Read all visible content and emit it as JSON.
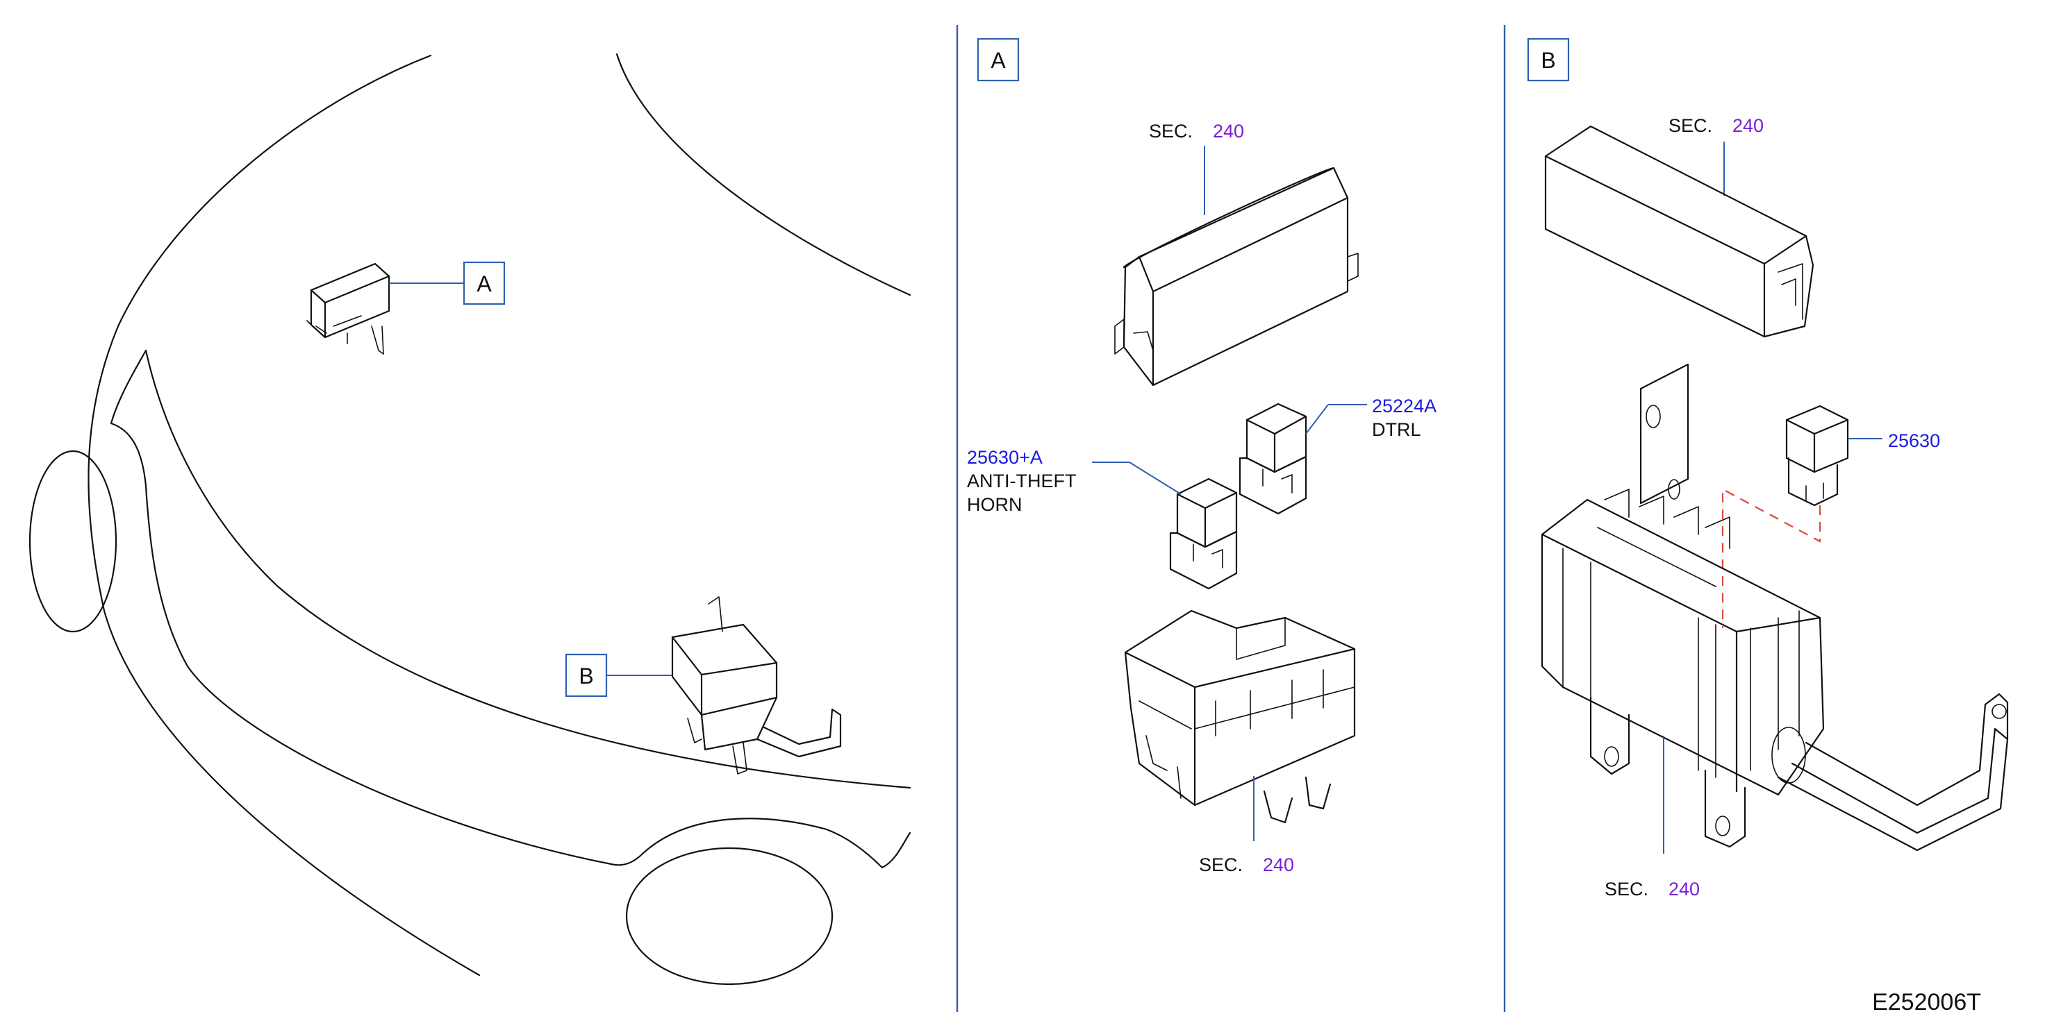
{
  "callouts": {
    "a": "A",
    "b": "B"
  },
  "panel_a": {
    "heading": "A",
    "cover_sec": {
      "label": "SEC.",
      "number": "240"
    },
    "base_sec": {
      "label": "SEC.",
      "number": "240"
    },
    "relay_dtrl": {
      "part": "25224A",
      "name": "DTRL"
    },
    "relay_horn": {
      "part": "25630+A",
      "name_line1": "ANTI-THEFT",
      "name_line2": "HORN"
    }
  },
  "panel_b": {
    "heading": "B",
    "cover_sec": {
      "label": "SEC.",
      "number": "240"
    },
    "base_sec": {
      "label": "SEC.",
      "number": "240"
    },
    "relay": {
      "part": "25630"
    }
  },
  "diagram_code": "E252006T",
  "colors": {
    "part_number": "#1a1ae0",
    "section_number": "#7a1fd6",
    "leader": "#2f5fae",
    "phantom": "#e0453d"
  }
}
